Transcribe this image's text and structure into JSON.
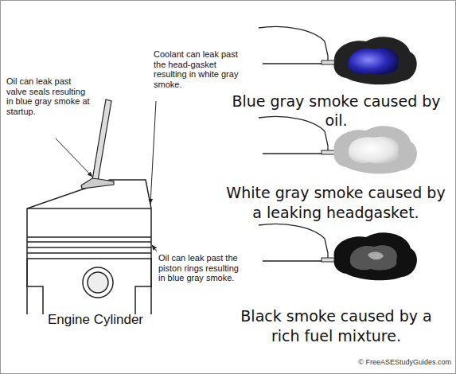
{
  "diagram": {
    "labels": [
      "Oil can leak past valve seals resulting in blue gray smoke at startup.",
      "Coolant can leak past the head-gasket resulting in white gray smoke.",
      "Oil can leak past the piston rings resulting in blue gray smoke.",
      "Engine Cylinder",
      "Blue gray smoke caused by oil.",
      "White gray smoke caused by a leaking headgasket.",
      "Black smoke caused by a rich fuel mixture.",
      "© FreeASEStudyGuides.com"
    ]
  }
}
